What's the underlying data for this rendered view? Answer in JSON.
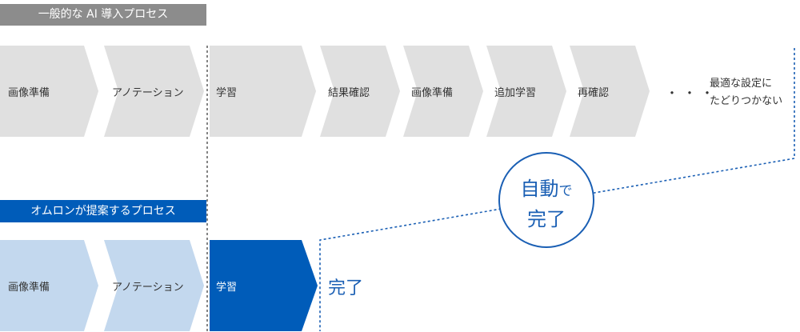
{
  "colors": {
    "grey_header": "#8c8c8c",
    "grey_arrow": "#e0e0e0",
    "blue_header": "#005cb9",
    "light_blue_arrow": "#c3d8ee",
    "dark_blue_arrow": "#005cb9",
    "accent_text": "#1a5fb4"
  },
  "general": {
    "title": "一般的な AI 導入プロセス",
    "steps": [
      "画像準備",
      "アノテーション",
      "学習",
      "結果確認",
      "画像準備",
      "追加学習",
      "再確認"
    ],
    "ellipsis": "・・・",
    "end_note_line1": "最適な設定に",
    "end_note_line2": "たどりつかない"
  },
  "omron": {
    "title": "オムロンが提案するプロセス",
    "steps": [
      "画像準備",
      "アノテーション",
      "学習"
    ],
    "done": "完了"
  },
  "auto_circle": {
    "line1_main": "自動",
    "line1_small": "で",
    "line2": "完了"
  }
}
